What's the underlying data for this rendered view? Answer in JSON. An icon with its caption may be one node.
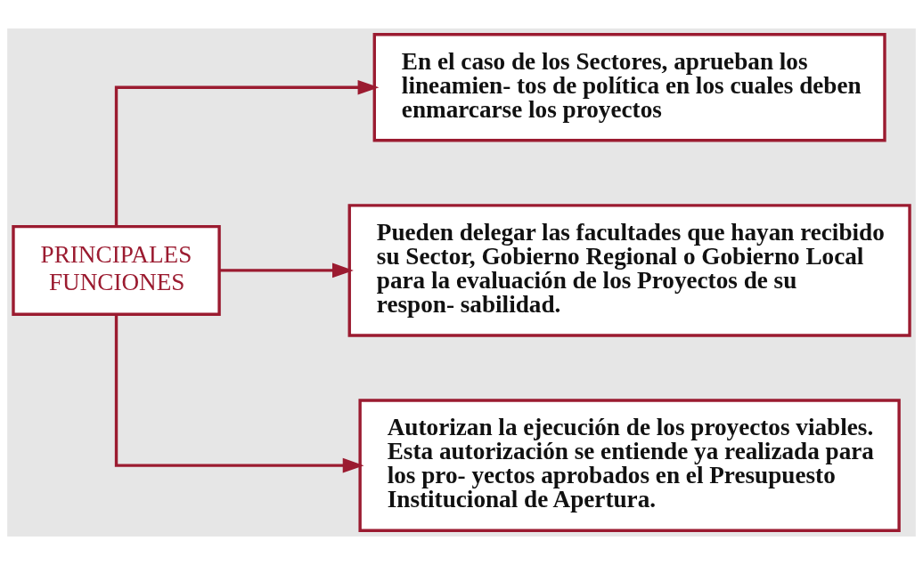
{
  "diagram": {
    "nodes": [
      {
        "text": [
          "PRINCIPALES FUNCIONES"
        ]
      },
      {
        "text": [
          "En el caso de los Sectores, aprueban los lineamien- tos de política en los cuales deben enmarcarse los proyectos"
        ]
      },
      {
        "text": [
          "Pueden delegar las facultades que hayan recibido su Sector, Gobierno Regional o Gobierno Local para la evaluación de los Proyectos de su respon- sabilidad."
        ]
      },
      {
        "text": [
          "Autorizan la ejecución de los proyectos viables. Esta autorización se entiende ya realizada para los pro- yectos aprobados en el Presupuesto Institucional de Apertura."
        ]
      }
    ],
    "edges": [
      {
        "from": 0,
        "to": 1,
        "arrow": "to"
      },
      {
        "from": 0,
        "to": 2,
        "arrow": "to"
      },
      {
        "from": 0,
        "to": 3,
        "arrow": "to"
      }
    ]
  }
}
